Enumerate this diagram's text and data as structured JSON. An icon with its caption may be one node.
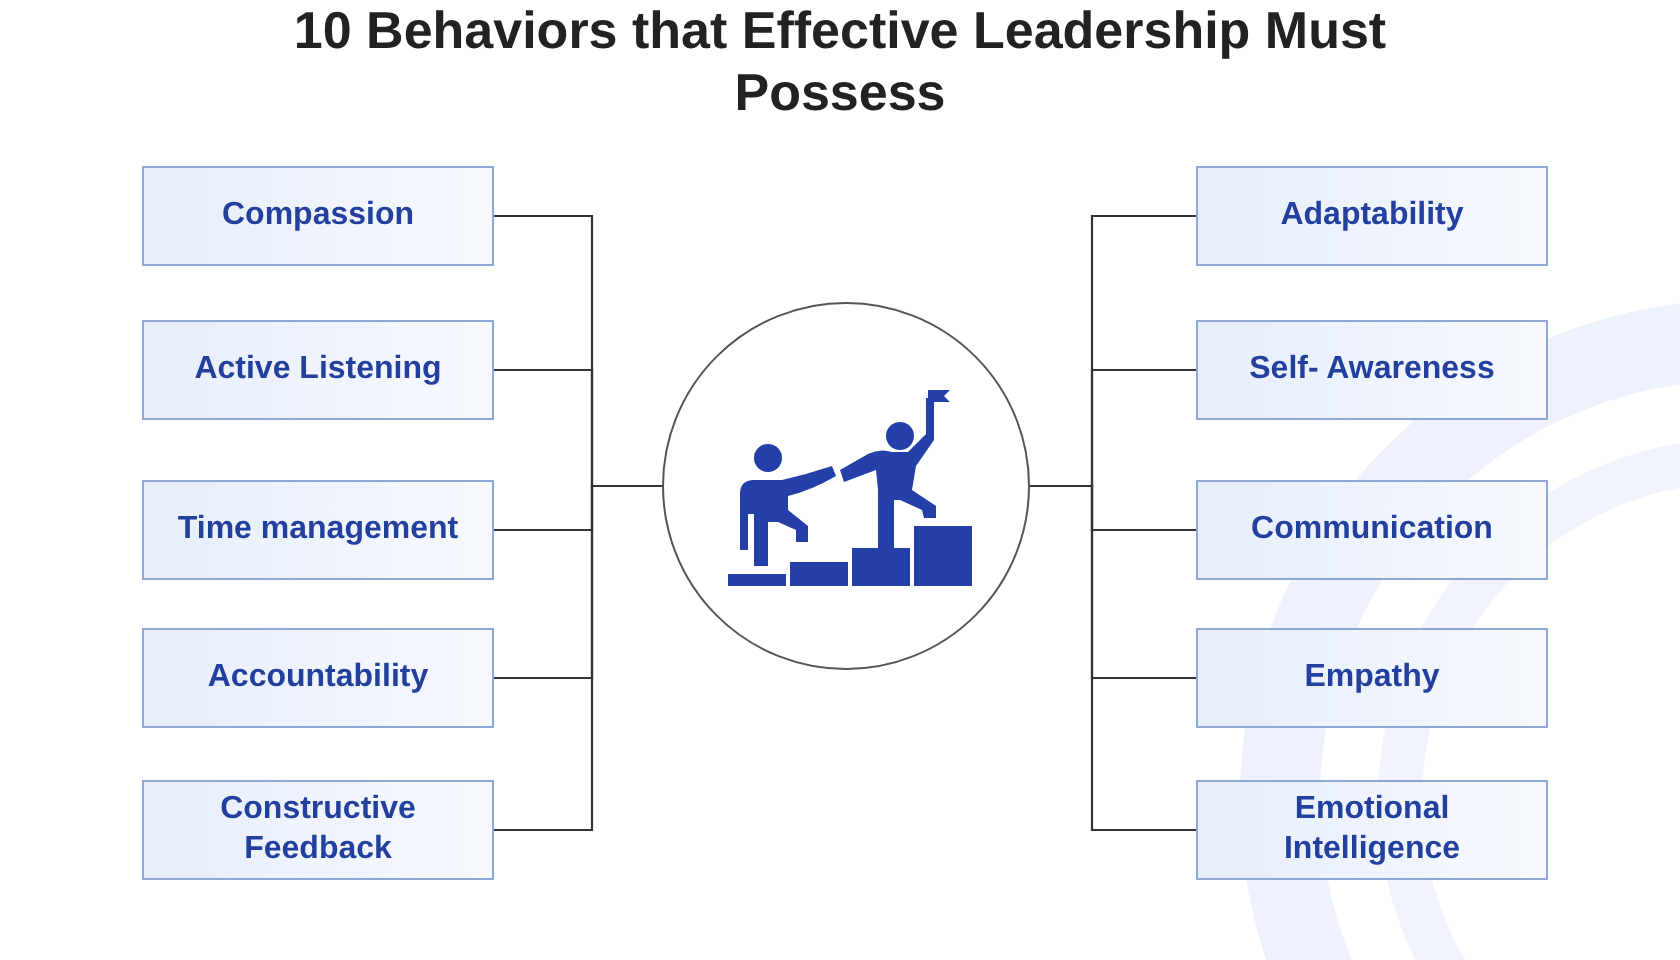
{
  "diagram": {
    "title": "10 Behaviors that Effective Leadership Must Possess",
    "nodes": [
      {
        "text": [],
        "shape": "circle"
      },
      {
        "text": [
          "Compassion"
        ]
      },
      {
        "text": [
          "Active Listening"
        ]
      },
      {
        "text": [
          "Time management"
        ]
      },
      {
        "text": [
          "Accountability"
        ]
      },
      {
        "text": [
          "Constructive Feedback"
        ]
      },
      {
        "text": [
          "Adaptability"
        ]
      },
      {
        "text": [
          "Self- Awareness"
        ]
      },
      {
        "text": [
          "Communication"
        ]
      },
      {
        "text": [
          "Empathy"
        ]
      },
      {
        "text": [
          "Emotional Intelligence"
        ]
      }
    ],
    "edges": [
      {
        "from": 0,
        "to": 1,
        "arrow": "none"
      },
      {
        "from": 0,
        "to": 2,
        "arrow": "none"
      },
      {
        "from": 0,
        "to": 3,
        "arrow": "none"
      },
      {
        "from": 0,
        "to": 4,
        "arrow": "none"
      },
      {
        "from": 0,
        "to": 5,
        "arrow": "none"
      },
      {
        "from": 0,
        "to": 6,
        "arrow": "none"
      },
      {
        "from": 0,
        "to": 7,
        "arrow": "none"
      },
      {
        "from": 0,
        "to": 8,
        "arrow": "none"
      },
      {
        "from": 0,
        "to": 9,
        "arrow": "none"
      },
      {
        "from": 0,
        "to": 10,
        "arrow": "none"
      }
    ]
  }
}
